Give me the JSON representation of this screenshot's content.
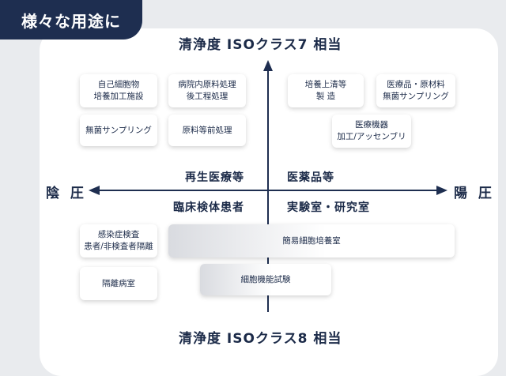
{
  "header": {
    "title": "様々な用途に"
  },
  "axes": {
    "top": "清浄度 ISOクラス7 相当",
    "bottom": "清浄度 ISOクラス8 相当",
    "left": "陰 圧",
    "right": "陽 圧",
    "arrow_color": "#1e2e50"
  },
  "fields": {
    "upper_left": "再生医療等",
    "upper_right": "医薬品等",
    "lower_left": "臨床検体患者",
    "lower_right": "実験室・研究室"
  },
  "boxes": {
    "cell_culture": "自己細胞物\n培養加工施設",
    "hospital_processing": "病院内原料処理\n後工程処理",
    "aseptic_sampling_left": "無菌サンプリング",
    "raw_pretreatment": "原料等前処理",
    "culture_manufacturing": "培養上清等\n製 造",
    "pharma_raw": "医療品・原材料\n無菌サンプリング",
    "medical_devices": "医療機器\n加工/アッセンブリ",
    "infection_testing": "感染症検査\n患者/非検査者隔離",
    "simple_culture": "簡易細胞培養室",
    "isolation_room": "隔離病室",
    "cell_function": "細胞機能試験"
  }
}
